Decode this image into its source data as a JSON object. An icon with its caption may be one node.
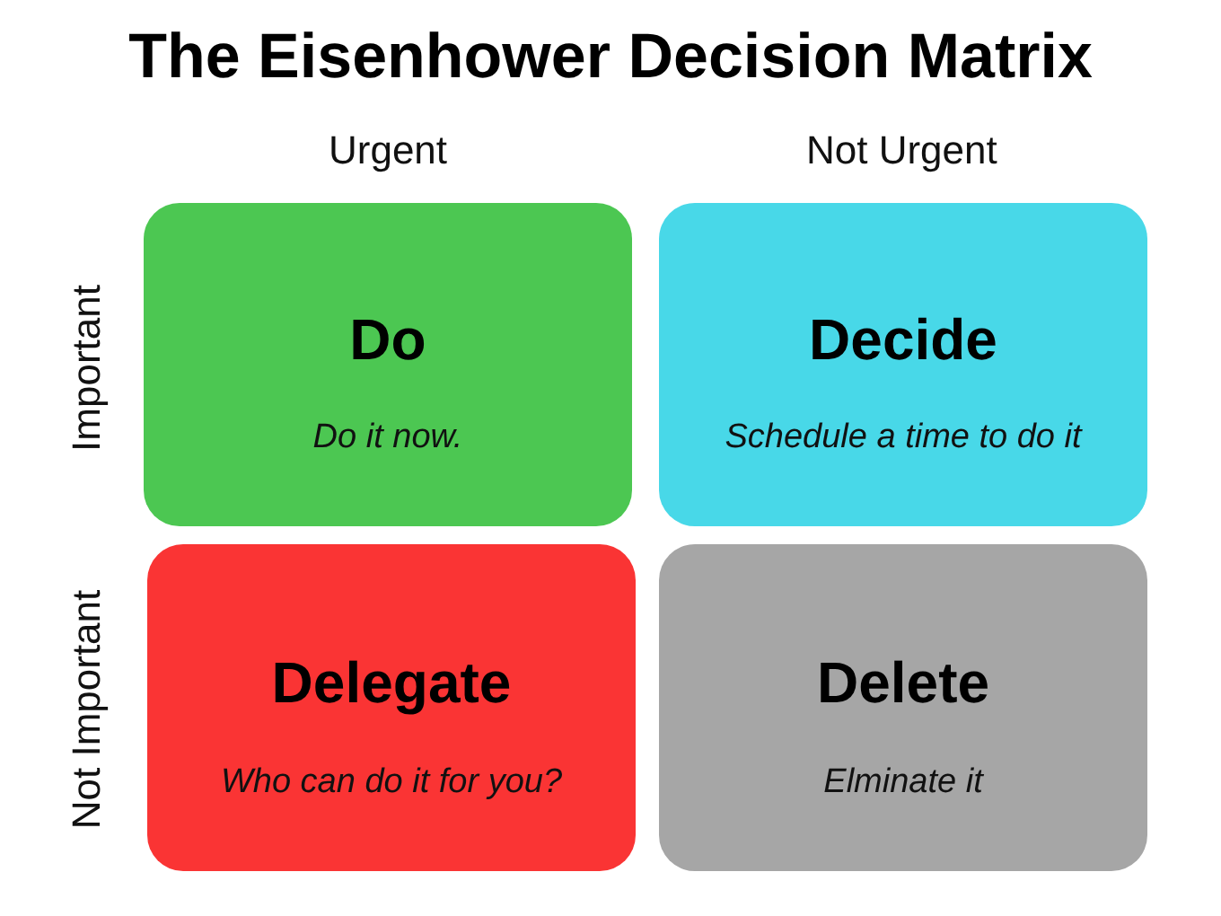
{
  "diagram": {
    "title": "The Eisenhower Decision Matrix",
    "nodes": [
      {
        "text": [
          "Do",
          "Do it now."
        ]
      },
      {
        "text": [
          "Decide",
          "Schedule a time to do it"
        ]
      },
      {
        "text": [
          "Delegate",
          "Who can do it for you?"
        ]
      },
      {
        "text": [
          "Delete",
          "Elminate it"
        ]
      }
    ],
    "labels": [
      "Urgent",
      "Not Urgent",
      "Important",
      "Not Important"
    ]
  }
}
